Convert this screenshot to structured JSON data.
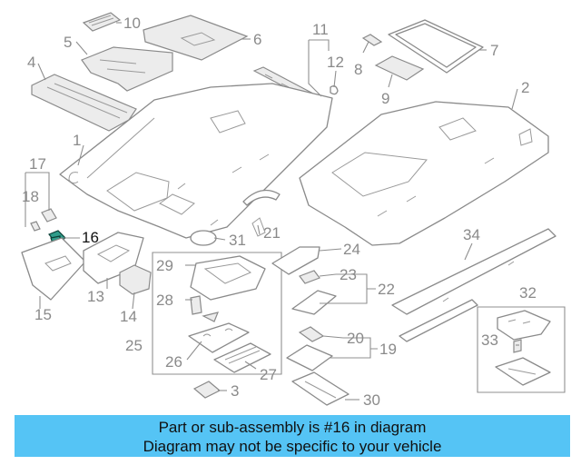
{
  "diagram": {
    "callouts": {
      "c1": "1",
      "c2": "2",
      "c3": "3",
      "c4": "4",
      "c5": "5",
      "c6": "6",
      "c7": "7",
      "c8": "8",
      "c9": "9",
      "c10": "10",
      "c11": "11",
      "c12": "12",
      "c13": "13",
      "c14": "14",
      "c15": "15",
      "c16": "16",
      "c17": "17",
      "c18": "18",
      "c19": "19",
      "c20": "20",
      "c21": "21",
      "c22": "22",
      "c23": "23",
      "c24": "24",
      "c25": "25",
      "c26": "26",
      "c27": "27",
      "c28": "28",
      "c29": "29",
      "c30": "30",
      "c31": "31",
      "c32": "32",
      "c33": "33",
      "c34": "34"
    },
    "highlighted_part": "16",
    "colors": {
      "line": "#8a8a8a",
      "highlight_fill": "#2f9c8a",
      "banner_bg": "#55c4f5"
    }
  },
  "banner": {
    "line1": "Part or sub-assembly is #16 in diagram",
    "line2": "Diagram may not be specific to your vehicle"
  }
}
